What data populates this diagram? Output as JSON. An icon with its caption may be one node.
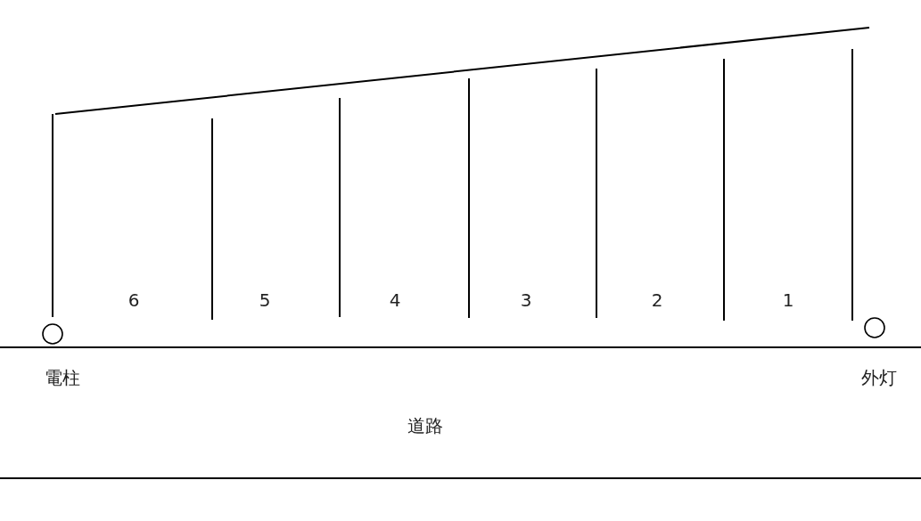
{
  "diagram": {
    "nodes": [
      {
        "text": [],
        "shape": "circle",
        "beside": [
          "電柱"
        ]
      },
      {
        "text": [],
        "shape": "circle",
        "beside": [
          "外灯"
        ]
      }
    ],
    "labels": [
      "6",
      "5",
      "4",
      "3",
      "2",
      "1",
      "道路"
    ]
  }
}
